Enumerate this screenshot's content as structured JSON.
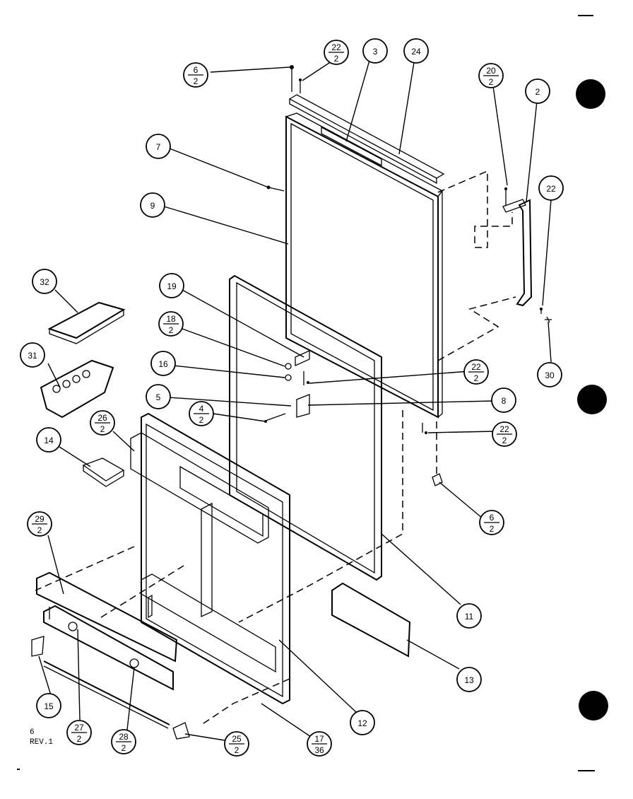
{
  "callouts": [
    {
      "id": "c6a",
      "num": "6",
      "den": "2"
    },
    {
      "id": "c22a",
      "num": "22",
      "den": "2"
    },
    {
      "id": "c3",
      "num": "3",
      "den": ""
    },
    {
      "id": "c24",
      "num": "24",
      "den": ""
    },
    {
      "id": "c20",
      "num": "20",
      "den": "2"
    },
    {
      "id": "c2",
      "num": "2",
      "den": ""
    },
    {
      "id": "c7",
      "num": "7",
      "den": ""
    },
    {
      "id": "c22b",
      "num": "22",
      "den": ""
    },
    {
      "id": "c9",
      "num": "9",
      "den": ""
    },
    {
      "id": "c32",
      "num": "32",
      "den": ""
    },
    {
      "id": "c19",
      "num": "19",
      "den": ""
    },
    {
      "id": "c18",
      "num": "18",
      "den": "2"
    },
    {
      "id": "c31",
      "num": "31",
      "den": ""
    },
    {
      "id": "c16",
      "num": "16",
      "den": ""
    },
    {
      "id": "c22c",
      "num": "22",
      "den": "2"
    },
    {
      "id": "c30",
      "num": "30",
      "den": ""
    },
    {
      "id": "c5",
      "num": "5",
      "den": ""
    },
    {
      "id": "c8",
      "num": "8",
      "den": ""
    },
    {
      "id": "c4",
      "num": "4",
      "den": "2"
    },
    {
      "id": "c26",
      "num": "26",
      "den": "2"
    },
    {
      "id": "c22d",
      "num": "22",
      "den": "2"
    },
    {
      "id": "c14",
      "num": "14",
      "den": ""
    },
    {
      "id": "c6b",
      "num": "6",
      "den": "2"
    },
    {
      "id": "c29",
      "num": "29",
      "den": "2"
    },
    {
      "id": "c11",
      "num": "11",
      "den": ""
    },
    {
      "id": "c13",
      "num": "13",
      "den": ""
    },
    {
      "id": "c15",
      "num": "15",
      "den": ""
    },
    {
      "id": "c12",
      "num": "12",
      "den": ""
    },
    {
      "id": "c27",
      "num": "27",
      "den": "2"
    },
    {
      "id": "c28",
      "num": "28",
      "den": "2"
    },
    {
      "id": "c25",
      "num": "25",
      "den": "2"
    },
    {
      "id": "c17",
      "num": "17",
      "den": "36"
    }
  ],
  "revision": {
    "line1": "6",
    "line2": "REV.1"
  }
}
